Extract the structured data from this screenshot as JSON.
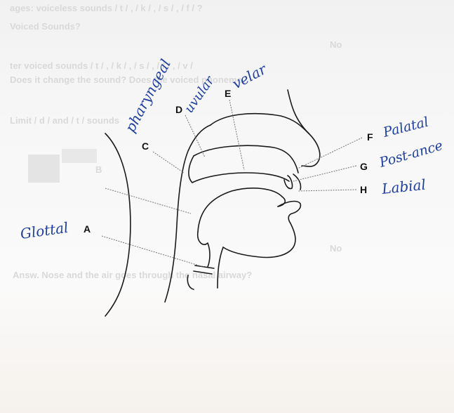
{
  "labels": {
    "A": "A",
    "C": "C",
    "D": "D",
    "E": "E",
    "F": "F",
    "G": "G",
    "H": "H",
    "B": "B"
  },
  "handwritten": {
    "A": "Glottal",
    "C": "pharyngeal",
    "D": "uvular",
    "E": "velar",
    "F": "Palatal",
    "G": "Post-ance",
    "H": "Labial"
  },
  "background_text": [
    "ages: voiceless sounds / t / , / k / , / s / , / f / ?",
    "Voiced Sounds?",
    "No",
    "ter voiced sounds / t / , / k / , / s / , / f / , / v /",
    "Does it change the sound? Does the voiced phoneme?",
    "Limit / d / and / t / sounds",
    "No",
    "Answ. Nose and the air goes through the nasal airway?"
  ],
  "colors": {
    "ink": "#1f3f9c",
    "outline": "#1a1a1a",
    "ghost": "#d9d9d9"
  }
}
